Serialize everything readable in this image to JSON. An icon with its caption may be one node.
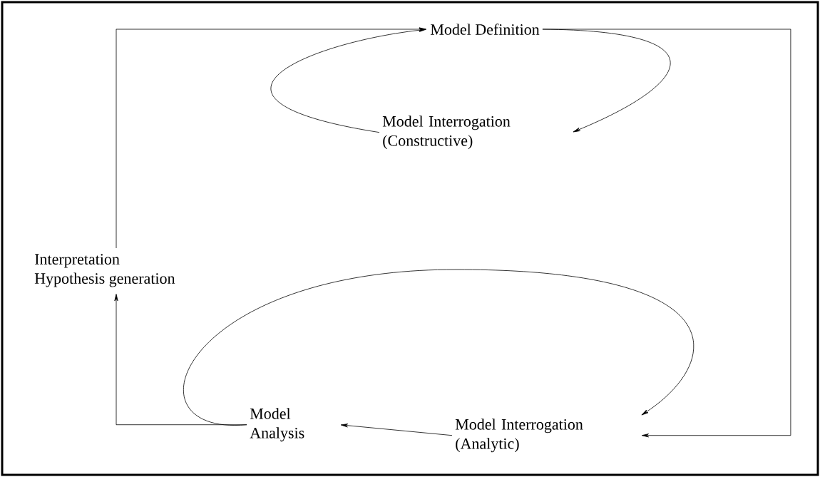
{
  "diagram": {
    "nodes": [
      {
        "text": [
          "Model Definition"
        ]
      },
      {
        "text": [
          "Model Interrogation (Constructive)"
        ]
      },
      {
        "text": [
          "Interpretation",
          "Hypothesis generation"
        ]
      },
      {
        "text": [
          "Model Analysis"
        ]
      },
      {
        "text": [
          "Model Interrogation (Analytic)"
        ]
      }
    ],
    "edges": [
      {
        "from": 0,
        "to": 1,
        "arrow": "to"
      },
      {
        "from": 1,
        "to": 0,
        "arrow": "to"
      },
      {
        "from": 2,
        "to": 0,
        "arrow": "to"
      },
      {
        "from": 0,
        "to": 4,
        "arrow": "to"
      },
      {
        "from": 3,
        "to": 4,
        "arrow": "to"
      },
      {
        "from": 4,
        "to": 3,
        "arrow": "to"
      },
      {
        "from": 3,
        "to": 2,
        "arrow": "to"
      }
    ]
  }
}
